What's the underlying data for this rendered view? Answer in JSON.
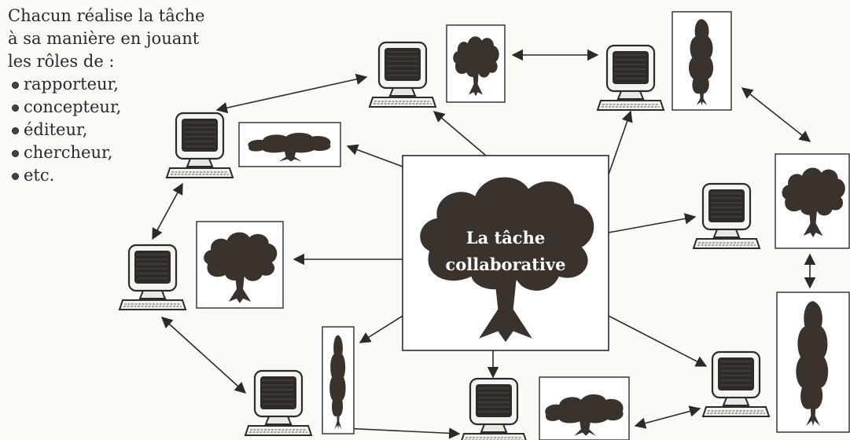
{
  "intro": {
    "line1": "Chacun réalise la tâche",
    "line2": "à sa manière en jouant",
    "line3": "les rôles de :"
  },
  "roles": [
    "rapporteur,",
    "concepteur,",
    "éditeur,",
    "chercheur,",
    "etc."
  ],
  "center": {
    "line1": "La tâche",
    "line2": "collaborative"
  },
  "colors": {
    "ink": "#2d2a26",
    "tree": "#3a322c",
    "box_border": "#2b2b2b",
    "screen_dark": "#2f2b27",
    "monitor": "#f5f4f0"
  }
}
